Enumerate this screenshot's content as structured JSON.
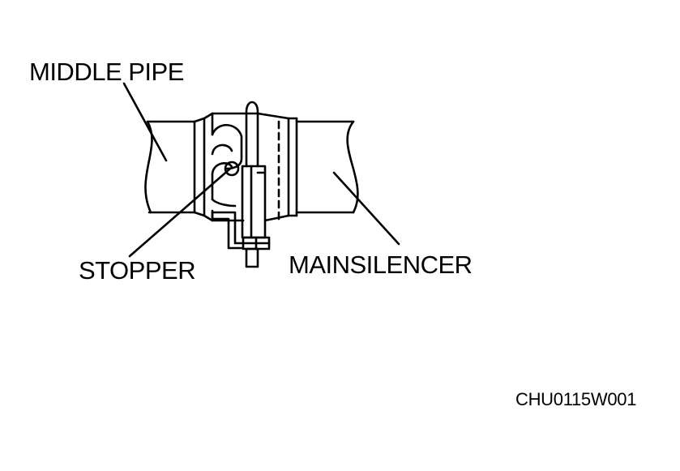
{
  "diagram": {
    "labels": {
      "middle_pipe": "MIDDLE PIPE",
      "stopper": "STOPPER",
      "main_silencer": "MAINSILENCER"
    },
    "figure_code": "CHU0115W001",
    "colors": {
      "line": "#000000",
      "background": "#ffffff"
    }
  }
}
